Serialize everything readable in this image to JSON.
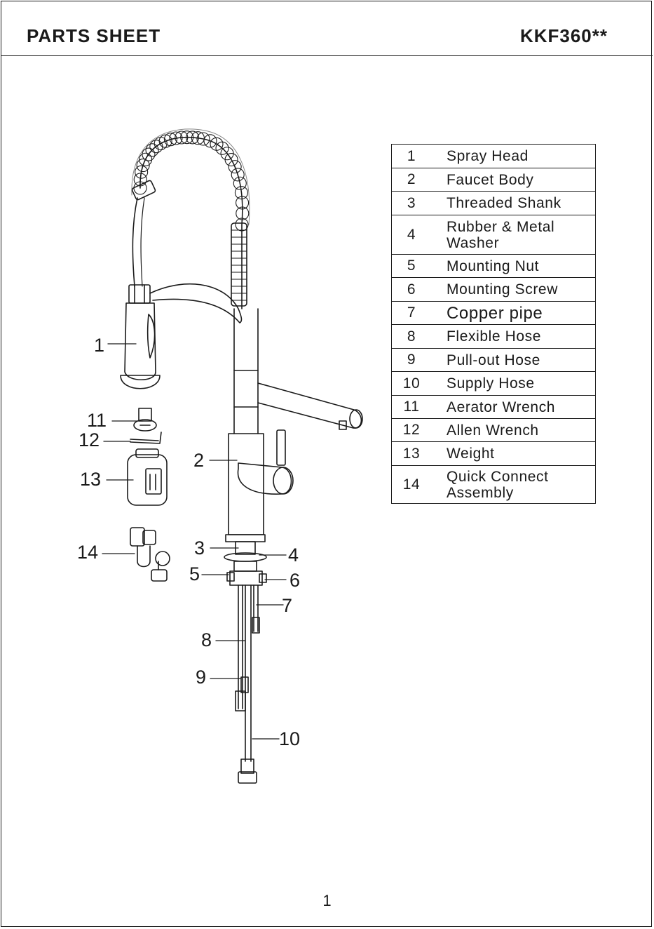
{
  "header": {
    "title": "PARTS SHEET",
    "model": "KKF360**"
  },
  "callouts": [
    "1",
    "2",
    "3",
    "4",
    "5",
    "6",
    "7",
    "8",
    "9",
    "10",
    "11",
    "12",
    "13",
    "14"
  ],
  "parts": [
    {
      "no": "1",
      "name": "Spray Head"
    },
    {
      "no": "2",
      "name": "Faucet Body"
    },
    {
      "no": "3",
      "name": "Threaded Shank"
    },
    {
      "no": "4",
      "name": "Rubber & Metal Washer"
    },
    {
      "no": "5",
      "name": "Mounting Nut"
    },
    {
      "no": "6",
      "name": "Mounting Screw"
    },
    {
      "no": "7",
      "name": "Copper pipe"
    },
    {
      "no": "8",
      "name": "Flexible Hose"
    },
    {
      "no": "9",
      "name": "Pull-out Hose"
    },
    {
      "no": "10",
      "name": "Supply Hose"
    },
    {
      "no": "11",
      "name": "Aerator Wrench"
    },
    {
      "no": "12",
      "name": "Allen Wrench"
    },
    {
      "no": "13",
      "name": "Weight"
    },
    {
      "no": "14",
      "name": "Quick Connect Assembly"
    }
  ],
  "footer": {
    "page_number": "1"
  }
}
